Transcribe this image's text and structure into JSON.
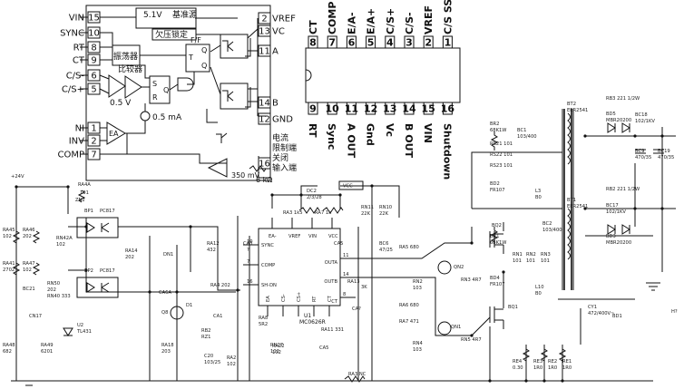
{
  "block_diagram": {
    "left_pins": [
      {
        "num": "15",
        "name": "VIN"
      },
      {
        "num": "10",
        "name": "SYNC"
      },
      {
        "num": "8",
        "name": "RT"
      },
      {
        "num": "9",
        "name": "CT"
      },
      {
        "num": "6",
        "name": "C/S-"
      },
      {
        "num": "5",
        "name": "C/S+"
      },
      {
        "num": "1",
        "name": "NI"
      },
      {
        "num": "2",
        "name": "INV"
      },
      {
        "num": "7",
        "name": "COMP"
      }
    ],
    "right_pins": [
      {
        "num": "2",
        "name": "VREF"
      },
      {
        "num": "13",
        "name": "VC"
      },
      {
        "num": "11",
        "name": "A"
      },
      {
        "num": "14",
        "name": "B"
      },
      {
        "num": "12",
        "name": "GND"
      },
      {
        "num": "16",
        "name": ""
      }
    ],
    "blocks": {
      "vref_block": "5.1V",
      "vref_block_sub": "基准源",
      "uvlo": "欠压锁定",
      "oscillator": "振荡器",
      "comparator": "比较器",
      "ff": "F/F",
      "ff_t": "T",
      "ff_q": "Q",
      "ff_qn": "Q",
      "sr_s": "S",
      "sr_r": "R",
      "sr_q": "Q",
      "ea": "EA",
      "v05": "0.5 V",
      "i05": "0.5 mA",
      "current_limit": "电流",
      "current_limit_2": "限制端",
      "shutdown": "关闭",
      "shutdown_2": "输入端",
      "shutdown_v": "350 mV",
      "r6k": "6 kΩ"
    }
  },
  "dip_package": {
    "top_pins": [
      {
        "num": "8",
        "name": "CT"
      },
      {
        "num": "7",
        "name": "COMP"
      },
      {
        "num": "6",
        "name": "E/A-"
      },
      {
        "num": "5",
        "name": "E/A+"
      },
      {
        "num": "4",
        "name": "C/S+"
      },
      {
        "num": "3",
        "name": "C/S-"
      },
      {
        "num": "2",
        "name": "VREF"
      },
      {
        "num": "1",
        "name": "C/S SS"
      }
    ],
    "bottom_pins": [
      {
        "num": "9",
        "name": "RT"
      },
      {
        "num": "10",
        "name": "Sync"
      },
      {
        "num": "11",
        "name": "A OUT"
      },
      {
        "num": "12",
        "name": "Gnd"
      },
      {
        "num": "13",
        "name": "Vc"
      },
      {
        "num": "14",
        "name": "B OUT"
      },
      {
        "num": "15",
        "name": "VIN"
      },
      {
        "num": "16",
        "name": "Shutdown"
      }
    ]
  },
  "schematic": {
    "ic": {
      "name": "U1",
      "part": "MC0626R",
      "left_pins": [
        {
          "num": "10",
          "name": "SYNC"
        },
        {
          "num": "7",
          "name": "COMP"
        },
        {
          "num": "16",
          "name": "SH-DN"
        }
      ],
      "top_pins": [
        "EA-",
        "VREF",
        "VIN",
        "VCC"
      ],
      "bottom_pins": [
        "EA",
        "CS-",
        "CS+",
        "RT",
        "CT"
      ],
      "right_pins": [
        {
          "num": "11",
          "name": "OUTA"
        },
        {
          "num": "14",
          "name": "OUTB"
        },
        {
          "num": "8",
          "name": "CT"
        }
      ]
    },
    "labels": [
      {
        "id": "v24",
        "text": "+24V"
      },
      {
        "id": "ra4a",
        "text": "RA4A"
      },
      {
        "id": "r101a",
        "text": "101"
      },
      {
        "id": "zn2",
        "text": "ZN2"
      },
      {
        "id": "bp1",
        "text": "BP1"
      },
      {
        "id": "pc817a",
        "text": "PC817"
      },
      {
        "id": "bp2",
        "text": "BP2"
      },
      {
        "id": "pc817b",
        "text": "PC817"
      },
      {
        "id": "ra45",
        "text": "RA45"
      },
      {
        "id": "r102a",
        "text": "102"
      },
      {
        "id": "ra46",
        "text": "RA46"
      },
      {
        "id": "r202a",
        "text": "202"
      },
      {
        "id": "ra41",
        "text": "RA41"
      },
      {
        "id": "r2702",
        "text": "2702"
      },
      {
        "id": "ra47",
        "text": "RA47"
      },
      {
        "id": "r102b",
        "text": "102"
      },
      {
        "id": "rn42a",
        "text": "RN42A"
      },
      {
        "id": "r102c",
        "text": "102"
      },
      {
        "id": "rn50",
        "text": "RN50"
      },
      {
        "id": "r202b",
        "text": "202"
      },
      {
        "id": "rn40",
        "text": "RN40 333"
      },
      {
        "id": "bc21",
        "text": "BC21"
      },
      {
        "id": "cn17",
        "text": "CN17"
      },
      {
        "id": "u2",
        "text": "U2"
      },
      {
        "id": "tl431",
        "text": "TL431"
      },
      {
        "id": "ra48",
        "text": "RA48"
      },
      {
        "id": "r682",
        "text": "682"
      },
      {
        "id": "ra49",
        "text": "RA49"
      },
      {
        "id": "r6201",
        "text": "6201"
      },
      {
        "id": "ra14",
        "text": "RA14"
      },
      {
        "id": "r202c",
        "text": "202"
      },
      {
        "id": "dn1",
        "text": "DN1"
      },
      {
        "id": "ra12",
        "text": "RA12"
      },
      {
        "id": "r432",
        "text": "432"
      },
      {
        "id": "ca3",
        "text": "CA3"
      },
      {
        "id": "q1",
        "text": "?"
      },
      {
        "id": "ca6a",
        "text": "CA6A"
      },
      {
        "id": "d1",
        "text": "D1"
      },
      {
        "id": "q8",
        "text": "Q8"
      },
      {
        "id": "ra18",
        "text": "RA18"
      },
      {
        "id": "r203",
        "text": "203"
      },
      {
        "id": "ra4",
        "text": "RA4 202"
      },
      {
        "id": "ca1",
        "text": "CA1"
      },
      {
        "id": "ra2",
        "text": "RA2"
      },
      {
        "id": "r102d",
        "text": "102"
      },
      {
        "id": "ra8",
        "text": "RA8"
      },
      {
        "id": "r5r2",
        "text": "5R2"
      },
      {
        "id": "rb2",
        "text": "RB2"
      },
      {
        "id": "rz1",
        "text": "RZ1"
      },
      {
        "id": "c20",
        "text": "C20"
      },
      {
        "id": "c103",
        "text": "103/25"
      },
      {
        "id": "ra22",
        "text": "RA22"
      },
      {
        "id": "r102e",
        "text": "102"
      },
      {
        "id": "dc2",
        "text": "DC2"
      },
      {
        "id": "dc2v",
        "text": "2/3/28"
      },
      {
        "id": "ra3",
        "text": "RA3 1k5"
      },
      {
        "id": "ra7",
        "text": "RA7 1k"
      },
      {
        "id": "vcc",
        "text": "VCC"
      },
      {
        "id": "rn11",
        "text": "RN11"
      },
      {
        "id": "r22k",
        "text": "22K"
      },
      {
        "id": "rn10",
        "text": "RN10"
      },
      {
        "id": "r22k2",
        "text": "22K"
      },
      {
        "id": "ca5",
        "text": "CA5"
      },
      {
        "id": "bc6",
        "text": "BC6"
      },
      {
        "id": "bc6v",
        "text": "47/25"
      },
      {
        "id": "ra5",
        "text": "RA5 680"
      },
      {
        "id": "ra13",
        "text": "RA13"
      },
      {
        "id": "r3k",
        "text": "3K"
      },
      {
        "id": "cap",
        "text": "CA?"
      },
      {
        "id": "ra11",
        "text": "RA11 331"
      },
      {
        "id": "ra3nc",
        "text": "RA3 NC"
      },
      {
        "id": "rn27",
        "text": "RN27"
      },
      {
        "id": "r102f",
        "text": "102"
      },
      {
        "id": "cn5",
        "text": "CA5"
      },
      {
        "id": "ra6",
        "text": "RA6 680"
      },
      {
        "id": "ra7b",
        "text": "RA7 471"
      },
      {
        "id": "rn2",
        "text": "RN2"
      },
      {
        "id": "r103a",
        "text": "103"
      },
      {
        "id": "rn4",
        "text": "RN4"
      },
      {
        "id": "r103b",
        "text": "103"
      },
      {
        "id": "qn1",
        "text": "QN1"
      },
      {
        "id": "qn2",
        "text": "QN2"
      },
      {
        "id": "rn3",
        "text": "RN3 4R7"
      },
      {
        "id": "rn5",
        "text": "RN5 4R7"
      },
      {
        "id": "bq2",
        "text": "BQ2"
      },
      {
        "id": "bq1",
        "text": "BQ1"
      },
      {
        "id": "bd4",
        "text": "BD4"
      },
      {
        "id": "fr107a",
        "text": "FR107"
      },
      {
        "id": "bd2",
        "text": "BD2"
      },
      {
        "id": "fr107b",
        "text": "FR107"
      },
      {
        "id": "br2",
        "text": "BR2"
      },
      {
        "id": "r68k",
        "text": "68K1W"
      },
      {
        "id": "bc1",
        "text": "BC1"
      },
      {
        "id": "bc1v",
        "text": "103/400"
      },
      {
        "id": "rs21",
        "text": "RS21 101"
      },
      {
        "id": "rs22",
        "text": "RS22 101"
      },
      {
        "id": "rs23",
        "text": "RS23 101"
      },
      {
        "id": "l3",
        "text": "L3"
      },
      {
        "id": "l3v",
        "text": "B0"
      },
      {
        "id": "br1",
        "text": "BR1"
      },
      {
        "id": "r68k2",
        "text": "68K1W"
      },
      {
        "id": "bc2",
        "text": "BC2"
      },
      {
        "id": "bc2v",
        "text": "103/400"
      },
      {
        "id": "rn1",
        "text": "RN1"
      },
      {
        "id": "rn2b",
        "text": "RN2"
      },
      {
        "id": "rn3b",
        "text": "RN3"
      },
      {
        "id": "r101b",
        "text": "101"
      },
      {
        "id": "r101c",
        "text": "101"
      },
      {
        "id": "r101d",
        "text": "101"
      },
      {
        "id": "l10",
        "text": "L10"
      },
      {
        "id": "l10v",
        "text": "B0"
      },
      {
        "id": "bt2",
        "text": "BT2"
      },
      {
        "id": "eer2",
        "text": "EER2541"
      },
      {
        "id": "bt1",
        "text": "BT1"
      },
      {
        "id": "eer1",
        "text": "EER2541"
      },
      {
        "id": "rb3",
        "text": "RB3 221 1/2W"
      },
      {
        "id": "bd5",
        "text": "BD5"
      },
      {
        "id": "mbr1",
        "text": "MBR20200"
      },
      {
        "id": "bc18",
        "text": "BC18"
      },
      {
        "id": "bc18v",
        "text": "102/1KV"
      },
      {
        "id": "bc9",
        "text": "BC9"
      },
      {
        "id": "bc9v",
        "text": "470/35"
      },
      {
        "id": "bc19",
        "text": "BC19"
      },
      {
        "id": "bc19v",
        "text": "470/35"
      },
      {
        "id": "rb2b",
        "text": "RB2 221 1/2W"
      },
      {
        "id": "bc17",
        "text": "BC17"
      },
      {
        "id": "bc17v",
        "text": "102/1KV"
      },
      {
        "id": "bd3",
        "text": "BD3"
      },
      {
        "id": "mbr2",
        "text": "MBR20200"
      },
      {
        "id": "cy1",
        "text": "CY1"
      },
      {
        "id": "cy1v",
        "text": "472/400V~"
      },
      {
        "id": "re4",
        "text": "RE4"
      },
      {
        "id": "r030",
        "text": "0.30"
      },
      {
        "id": "re3",
        "text": "RE3"
      },
      {
        "id": "r1r0a",
        "text": "1R0"
      },
      {
        "id": "re2",
        "text": "RE2"
      },
      {
        "id": "r1r0b",
        "text": "1R0"
      },
      {
        "id": "re1",
        "text": "RE1"
      },
      {
        "id": "r1r0c",
        "text": "1R0"
      },
      {
        "id": "bd1",
        "text": "BD1"
      },
      {
        "id": "hm",
        "text": "H?"
      }
    ]
  }
}
